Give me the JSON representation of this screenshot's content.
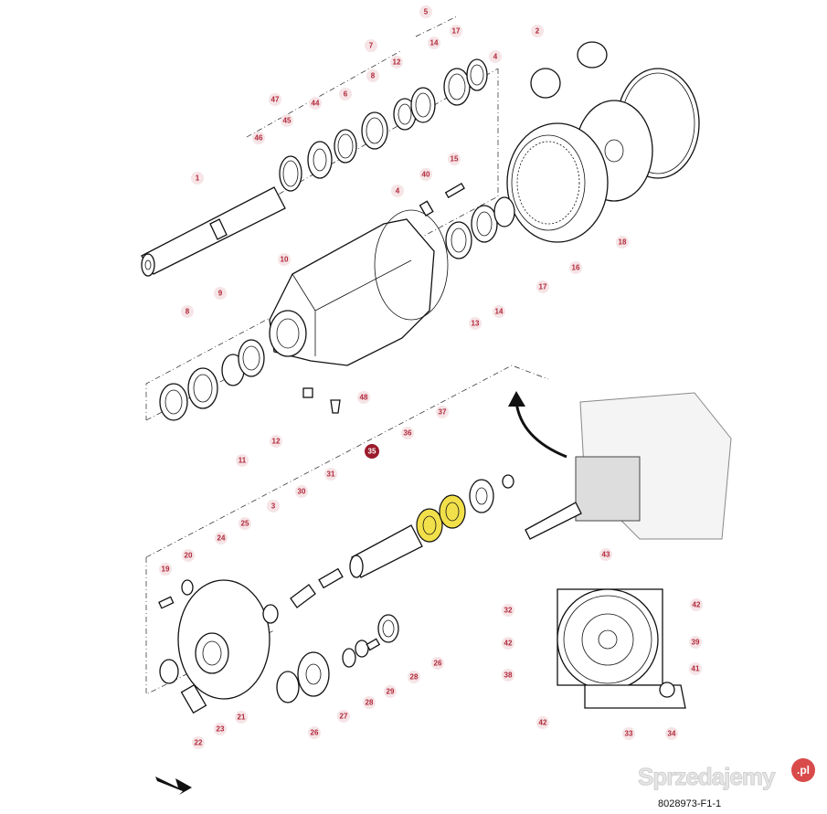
{
  "diagram": {
    "callouts": [
      "5",
      "17",
      "14",
      "2",
      "7",
      "12",
      "4",
      "8",
      "47",
      "44",
      "6",
      "45",
      "46",
      "1",
      "40",
      "15",
      "4",
      "10",
      "9",
      "8",
      "13",
      "14",
      "17",
      "16",
      "18",
      "48",
      "11",
      "12",
      "37",
      "36",
      "35",
      "31",
      "30",
      "3",
      "25",
      "24",
      "20",
      "19",
      "21",
      "22",
      "23",
      "26",
      "27",
      "28",
      "29",
      "28",
      "26",
      "43",
      "32",
      "42",
      "42",
      "39",
      "41",
      "38",
      "42",
      "33",
      "34"
    ],
    "highlight_callout": "35",
    "highlight_color": "#f2e04a",
    "accent_color": "#b0283a",
    "drawing_code": "8028973-F1-1"
  },
  "watermark": {
    "text": "Sprzedajemy",
    "suffix": ".pl"
  }
}
